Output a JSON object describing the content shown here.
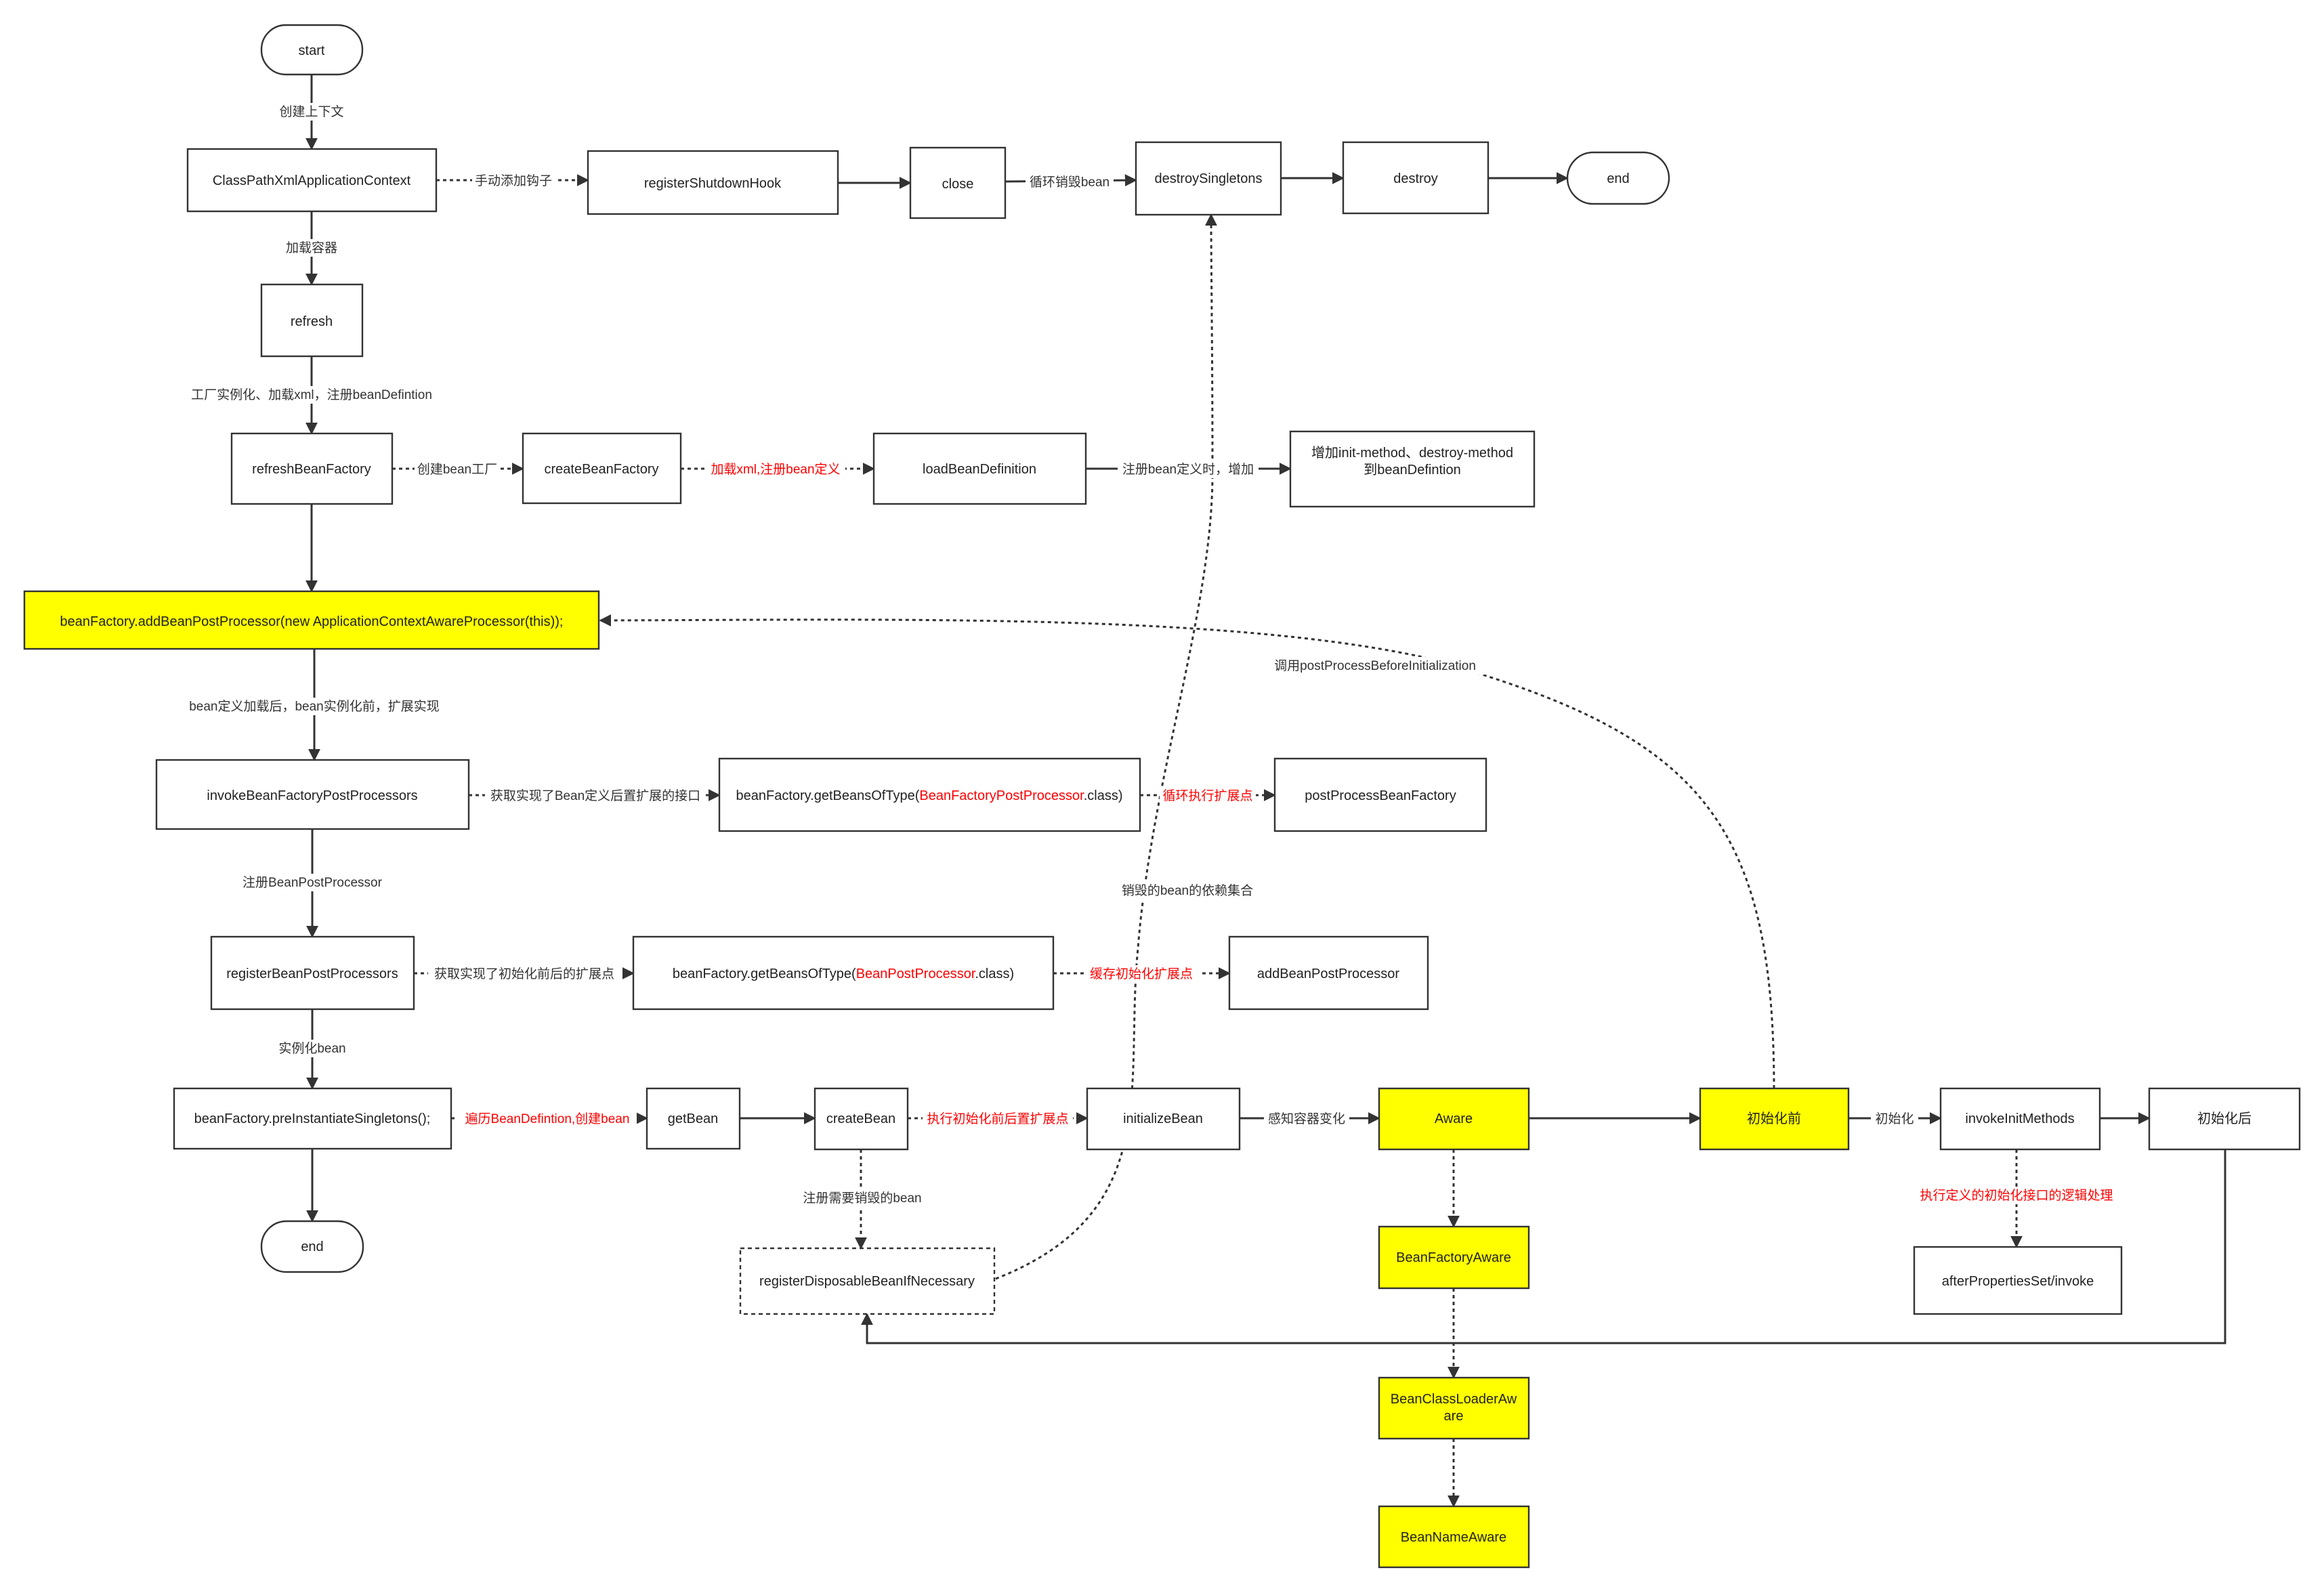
{
  "colors": {
    "highlight": "#ffff00",
    "red": "#ff0000",
    "stroke": "#333333"
  },
  "nodes": {
    "start": "start",
    "cpxac": "ClassPathXmlApplicationContext",
    "rsh": "registerShutdownHook",
    "close": "close",
    "destroySingletons": "destroySingletons",
    "destroy": "destroy",
    "end_top": "end",
    "refresh": "refresh",
    "refreshBeanFactory": "refreshBeanFactory",
    "createBeanFactory": "createBeanFactory",
    "loadBeanDefinition": "loadBeanDefinition",
    "addInit": [
      "增加init-method、destroy-method",
      "到beanDefintion"
    ],
    "addBPP": "beanFactory.addBeanPostProcessor(new ApplicationContextAwareProcessor(this));",
    "ibfpp": "invokeBeanFactoryPostProcessors",
    "getBOT1_pre": "beanFactory.getBeansOfType(",
    "getBOT1_red": "BeanFactoryPostProcessor",
    "getBOT1_post": ".class)",
    "pbf": "postProcessBeanFactory",
    "rbpp": "registerBeanPostProcessors",
    "getBOT2_pre": "beanFactory.getBeansOfType(",
    "getBOT2_red": "BeanPostProcessor",
    "getBOT2_post": ".class)",
    "addBeanPostProcessor": "addBeanPostProcessor",
    "preInst": "beanFactory.preInstantiateSingletons();",
    "getBean": "getBean",
    "createBean": "createBean",
    "initializeBean": "initializeBean",
    "aware": "Aware",
    "beforeInit": "初始化前",
    "invokeInitMethods": "invokeInitMethods",
    "afterInit": "初始化后",
    "end_bottom": "end",
    "regDisp": "registerDisposableBeanIfNecessary",
    "bfAware": "BeanFactoryAware",
    "bclAware": [
      "BeanClassLoaderAw",
      "are"
    ],
    "bnAware": "BeanNameAware",
    "aps": "afterPropertiesSet/invoke"
  },
  "edges": {
    "e_create_ctx": "创建上下文",
    "e_manual_hook": "手动添加钩子",
    "e_loop_destroy": "循环销毁bean",
    "e_load_container": "加载容器",
    "e_factory_inst": "工厂实例化、加载xml，注册beanDefintion",
    "e_create_factory": "创建bean工厂",
    "e_load_xml": "加载xml,注册bean定义",
    "e_reg_def": "注册bean定义时，增加",
    "e_call_before": "调用postProcessBeforeInitialization",
    "e_after_def": "bean定义加载后，bean实例化前，扩展实现",
    "e_get_bfpp": "获取实现了Bean定义后置扩展的接口",
    "e_loop_exec": "循环执行扩展点",
    "e_destroy_deps": "销毁的bean的依赖集合",
    "e_reg_bpp": "注册BeanPostProcessor",
    "e_get_bpp": "获取实现了初始化前后的扩展点",
    "e_cache_bpp": "缓存初始化扩展点",
    "e_inst_bean": "实例化bean",
    "e_iterate": "遍历BeanDefintion,创建bean",
    "e_exec_ext": "执行初始化前后置扩展点",
    "e_aware_change": "感知容器变化",
    "e_init": "初始化",
    "e_reg_need": "注册需要销毁的bean",
    "e_exec_custom": "执行定义的初始化接口的逻辑处理"
  }
}
